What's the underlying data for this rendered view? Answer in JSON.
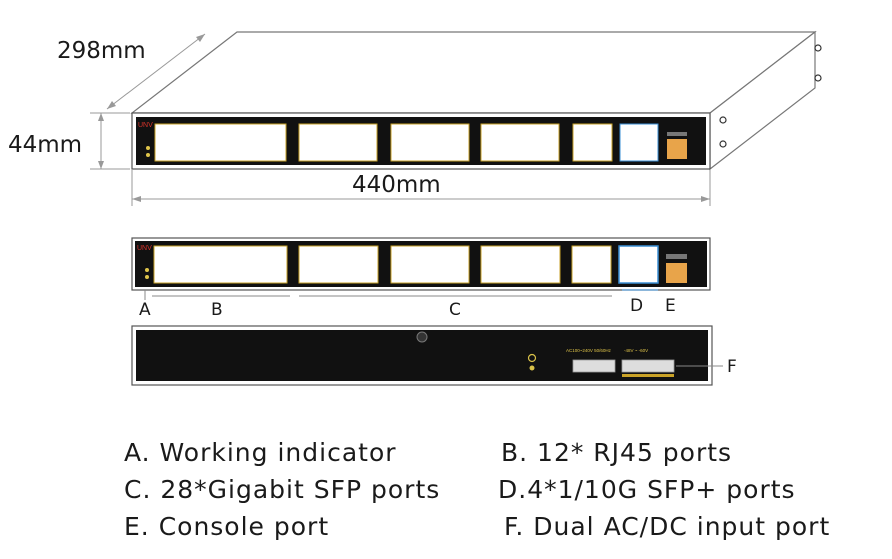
{
  "dimensions": {
    "depth": "298mm",
    "height": "44mm",
    "width": "440mm"
  },
  "brand": "UNV",
  "callouts": {
    "a": "A",
    "b": "B",
    "c": "C",
    "d": "D",
    "e": "E",
    "f": "F"
  },
  "rear_panel": {
    "power_label": "AC100~240V  50/60Hz",
    "dc_label": "-48V  ~  -60V"
  },
  "legend": {
    "a": "A. Working indicator",
    "b": "B. 12* RJ45 ports",
    "c": "C. 28*Gigabit SFP ports",
    "d": "D.4*1/10G SFP+ ports",
    "e": "E. Console port",
    "f": "F. Dual AC/DC  input port"
  },
  "colors": {
    "chassis": "#111111",
    "port_area": "#ffffff",
    "port_trim": "#c9a227",
    "sfp_plus_trim": "#3a8fd6",
    "console": "#e8a44a",
    "brand": "#d9342b",
    "line": "#8a8a8a"
  }
}
